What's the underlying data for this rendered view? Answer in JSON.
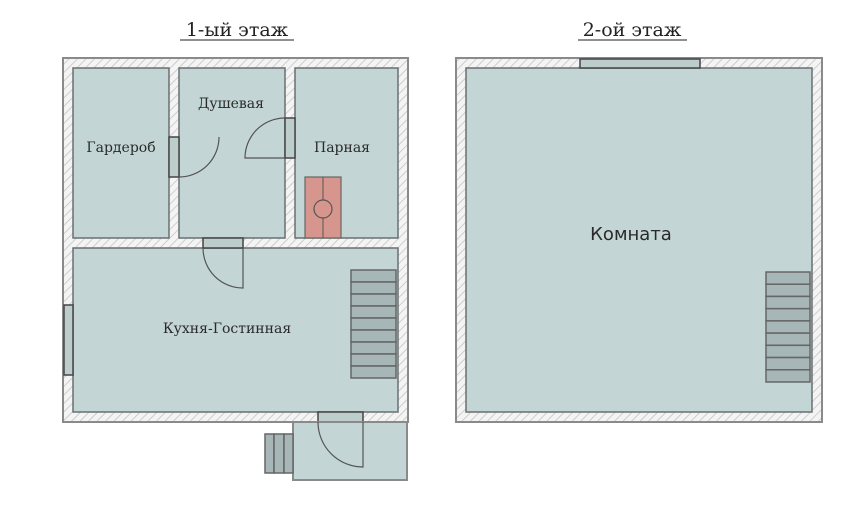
{
  "floor1": {
    "title": "1-ый этаж",
    "rooms": {
      "wardrobe": "Гардероб",
      "shower": "Душевая",
      "steam_room": "Парная",
      "kitchen_living": "Кухня-Гостинная"
    }
  },
  "floor2": {
    "title": "2-ой этаж",
    "rooms": {
      "room": "Комната"
    }
  },
  "colors": {
    "room_fill": "#c3d6d5",
    "stove_fill": "#d6968d",
    "stairs_fill": "#a7b6b6"
  }
}
